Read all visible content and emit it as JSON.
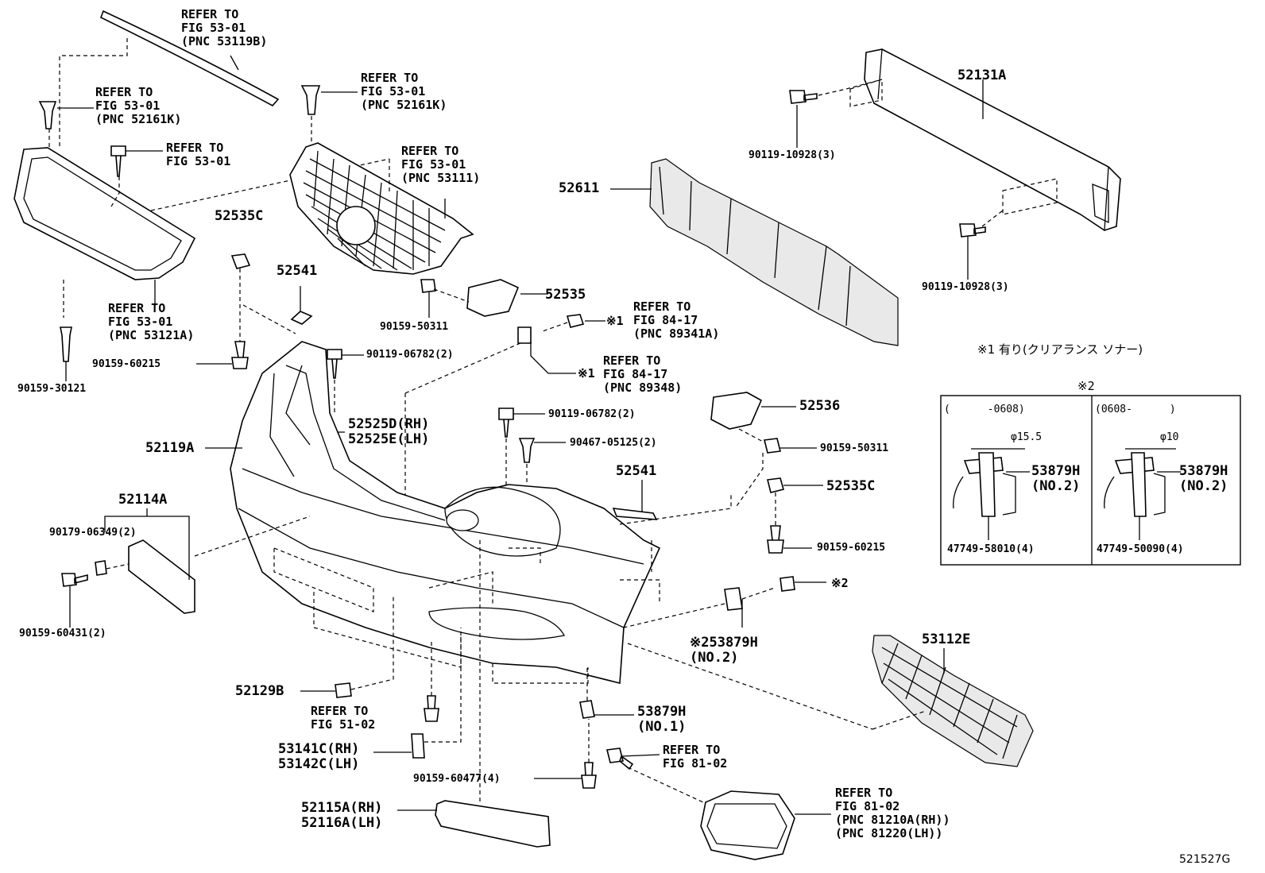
{
  "diagram_id": "521527G",
  "labels": {
    "refer_53119b": "REFER TO\nFIG 53-01\n(PNC 53119B)",
    "refer_52161k_left": "REFER TO\nFIG 53-01\n(PNC 52161K)",
    "refer_52161k_center": "REFER TO\nFIG 53-01\n(PNC 52161K)",
    "refer_5301_clip": "REFER TO\nFIG 53-01",
    "refer_53111": "REFER TO\nFIG 53-01\n(PNC 53111)",
    "refer_53121a": "REFER TO\nFIG 53-01\n(PNC 53121A)",
    "p52131a": "52131A",
    "p90119_10928_top": "90119-10928(3)",
    "p90119_10928_bot": "90119-10928(3)",
    "p52611": "52611",
    "p52535c_top": "52535C",
    "p52541_top": "52541",
    "p52535": "52535",
    "p90159_50311_top": "90159-50311",
    "refer_89341a": "REFER TO\nFIG 84-17\n(PNC 89341A)",
    "mark1_a": "※1",
    "refer_89348": "REFER TO\nFIG 84-17\n(PNC 89348)",
    "mark1_b": "※1",
    "p90119_06782_top": "90119-06782(2)",
    "p90159_60215_left": "90159-60215",
    "p90159_30121": "90159-30121",
    "p52525": "52525D(RH)\n52525E(LH)",
    "p52119a": "52119A",
    "p90119_06782_mid": "90119-06782(2)",
    "p90467_05125": "90467-05125(2)",
    "p52536": "52536",
    "p90159_50311_right": "90159-50311",
    "p52541_mid": "52541",
    "p52535c_right": "52535C",
    "p52114a": "52114A",
    "p90179_06349": "90179-06349(2)",
    "p90159_60431": "90159-60431(2)",
    "p90159_60215_right": "90159-60215",
    "mark2_bolt": "※2",
    "p53879h_no2_main": "※253879H\n(NO.2)",
    "p53112e": "53112E",
    "p52129b": "52129B",
    "refer_5102": "REFER TO\nFIG 51-02",
    "p53879h_no1": "53879H\n(NO.1)",
    "p53141c": "53141C(RH)\n53142C(LH)",
    "p90159_60477": "90159-60477(4)",
    "refer_8102": "REFER TO\nFIG 81-02",
    "p52115a": "52115A(RH)\n52116A(LH)",
    "refer_81210a": "REFER TO\nFIG 81-02\n(PNC 81210A(RH))\n(PNC 81220(LH))",
    "note1": "※1 有り(クリアランス ソナー)",
    "note2": "※2",
    "inset_left_range": "(      -0608)",
    "inset_left_dia": "φ15.5",
    "inset_left_part": "53879H\n(NO.2)",
    "inset_left_code": "47749-58010(4)",
    "inset_right_range": "(0608-      )",
    "inset_right_dia": "φ10",
    "inset_right_part": "53879H\n(NO.2)",
    "inset_right_code": "47749-50090(4)"
  }
}
